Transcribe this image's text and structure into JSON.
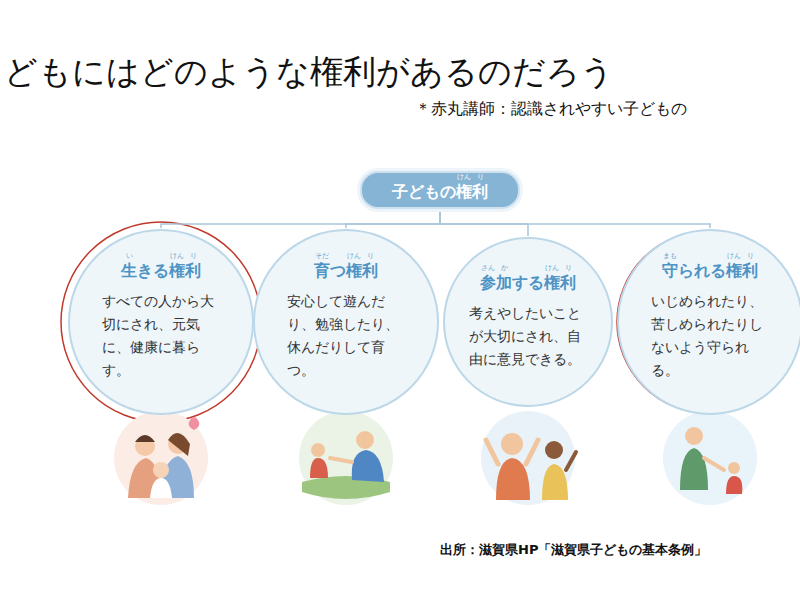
{
  "diagram": {
    "title": "どもにはどのような権利があるのだろう",
    "nodes": [
      {
        "text": [
          "子どもの権利"
        ]
      },
      {
        "text": [
          "生きる権利",
          "すべての人から大切にされ、元気に、健康に暮らす。"
        ]
      },
      {
        "text": [
          "育つ権利",
          "安心して遊んだり、勉強したり、休んだりして育つ。"
        ]
      },
      {
        "text": [
          "参加する権利",
          "考えやしたいことが大切にされ、自由に意見できる。"
        ]
      },
      {
        "text": [
          "守られる権利",
          "いじめられたり、苦しめられたりしないよう守られる。"
        ]
      }
    ],
    "edges": [
      {
        "from": 0,
        "to": 1,
        "arrow": "none"
      },
      {
        "from": 0,
        "to": 2,
        "arrow": "none"
      },
      {
        "from": 0,
        "to": 3,
        "arrow": "none"
      },
      {
        "from": 0,
        "to": 4,
        "arrow": "none"
      }
    ],
    "labels": [
      "＊赤丸講師：認識されやすい子どもの",
      "けん",
      "り",
      "い",
      "けん",
      "り",
      "そだ",
      "けん",
      "り",
      "さん",
      "か",
      "けん",
      "り",
      "まも",
      "けん",
      "り",
      "出所：滋賀県HP「滋賀県子どもの基本条例」"
    ]
  }
}
